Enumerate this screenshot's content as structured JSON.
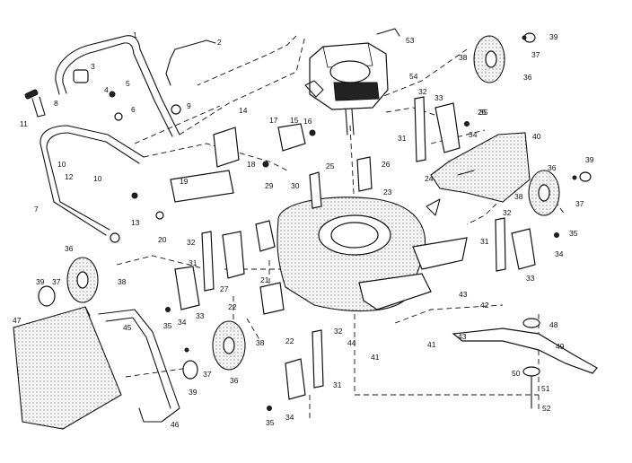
{
  "callouts": [
    {
      "id": "c1",
      "text": "1"
    },
    {
      "id": "c2",
      "text": "2"
    },
    {
      "id": "c3",
      "text": "3"
    },
    {
      "id": "c4",
      "text": "4"
    },
    {
      "id": "c5",
      "text": "5"
    },
    {
      "id": "c6",
      "text": "6"
    },
    {
      "id": "c7",
      "text": "7"
    },
    {
      "id": "c8",
      "text": "8"
    },
    {
      "id": "c9",
      "text": "9"
    },
    {
      "id": "c10a",
      "text": "10"
    },
    {
      "id": "c10b",
      "text": "10"
    },
    {
      "id": "c11",
      "text": "11"
    },
    {
      "id": "c12",
      "text": "12"
    },
    {
      "id": "c13",
      "text": "13"
    },
    {
      "id": "c14",
      "text": "14"
    },
    {
      "id": "c15",
      "text": "15"
    },
    {
      "id": "c16",
      "text": "16"
    },
    {
      "id": "c17",
      "text": "17"
    },
    {
      "id": "c18",
      "text": "18"
    },
    {
      "id": "c19",
      "text": "19"
    },
    {
      "id": "c20",
      "text": "20"
    },
    {
      "id": "c21",
      "text": "21"
    },
    {
      "id": "c22a",
      "text": "22"
    },
    {
      "id": "c22b",
      "text": "22"
    },
    {
      "id": "c23",
      "text": "23"
    },
    {
      "id": "c24",
      "text": "24"
    },
    {
      "id": "c25a",
      "text": "25"
    },
    {
      "id": "c25b",
      "text": "25"
    },
    {
      "id": "c26",
      "text": "26"
    },
    {
      "id": "c27",
      "text": "27"
    },
    {
      "id": "c29",
      "text": "29"
    },
    {
      "id": "c30",
      "text": "30"
    },
    {
      "id": "c31a",
      "text": "31"
    },
    {
      "id": "c31b",
      "text": "31"
    },
    {
      "id": "c31c",
      "text": "31"
    },
    {
      "id": "c31d",
      "text": "31"
    },
    {
      "id": "c32a",
      "text": "32"
    },
    {
      "id": "c32b",
      "text": "32"
    },
    {
      "id": "c32c",
      "text": "32"
    },
    {
      "id": "c32d",
      "text": "32"
    },
    {
      "id": "c33a",
      "text": "33"
    },
    {
      "id": "c33b",
      "text": "33"
    },
    {
      "id": "c33c",
      "text": "33"
    },
    {
      "id": "c34a",
      "text": "34"
    },
    {
      "id": "c34b",
      "text": "34"
    },
    {
      "id": "c34c",
      "text": "34"
    },
    {
      "id": "c34d",
      "text": "34"
    },
    {
      "id": "c35a",
      "text": "35"
    },
    {
      "id": "c35b",
      "text": "35"
    },
    {
      "id": "c35c",
      "text": "35"
    },
    {
      "id": "c35d",
      "text": "35"
    },
    {
      "id": "c36a",
      "text": "36"
    },
    {
      "id": "c36b",
      "text": "36"
    },
    {
      "id": "c36c",
      "text": "36"
    },
    {
      "id": "c36d",
      "text": "36"
    },
    {
      "id": "c37a",
      "text": "37"
    },
    {
      "id": "c37b",
      "text": "37"
    },
    {
      "id": "c37c",
      "text": "37"
    },
    {
      "id": "c37d",
      "text": "37"
    },
    {
      "id": "c38a",
      "text": "38"
    },
    {
      "id": "c38b",
      "text": "38"
    },
    {
      "id": "c38c",
      "text": "38"
    },
    {
      "id": "c38d",
      "text": "38"
    },
    {
      "id": "c39a",
      "text": "39"
    },
    {
      "id": "c39b",
      "text": "39"
    },
    {
      "id": "c39c",
      "text": "39"
    },
    {
      "id": "c39d",
      "text": "39"
    },
    {
      "id": "c40",
      "text": "40"
    },
    {
      "id": "c41a",
      "text": "41"
    },
    {
      "id": "c41b",
      "text": "41"
    },
    {
      "id": "c42",
      "text": "42"
    },
    {
      "id": "c43a",
      "text": "43"
    },
    {
      "id": "c43b",
      "text": "43"
    },
    {
      "id": "c44",
      "text": "44"
    },
    {
      "id": "c45",
      "text": "45"
    },
    {
      "id": "c46",
      "text": "46"
    },
    {
      "id": "c47",
      "text": "47"
    },
    {
      "id": "c48",
      "text": "48"
    },
    {
      "id": "c49",
      "text": "49"
    },
    {
      "id": "c50",
      "text": "50"
    },
    {
      "id": "c51",
      "text": "51"
    },
    {
      "id": "c52",
      "text": "52"
    },
    {
      "id": "c53",
      "text": "53"
    },
    {
      "id": "c54",
      "text": "54"
    }
  ]
}
